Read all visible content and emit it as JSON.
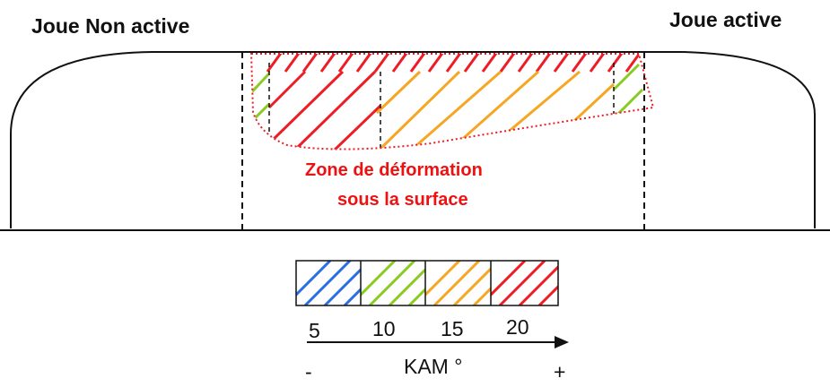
{
  "labels": {
    "left_side": "Joue Non active",
    "right_side": "Joue active"
  },
  "zone_annotation": {
    "line1": "Zone de déformation",
    "line2": "sous la surface"
  },
  "scale": {
    "values": [
      "5",
      "10",
      "15",
      "20"
    ],
    "colors": [
      "#2a6fe0",
      "#88cc22",
      "#f5a623",
      "#ee1c25"
    ],
    "axis_title": "KAM °",
    "axis_min_label": "-",
    "axis_max_label": "+"
  },
  "colors": {
    "outline": "#111111",
    "zone_boundary": "#ee1c25",
    "annotation_text": "#ee1111"
  }
}
